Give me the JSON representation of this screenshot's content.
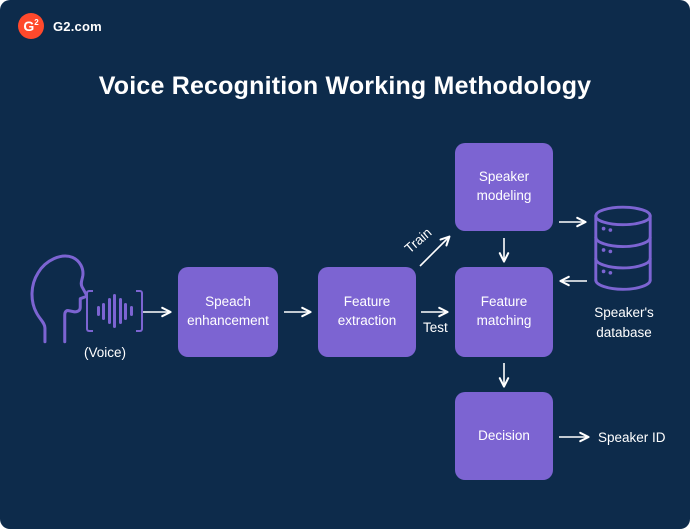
{
  "brand": {
    "logo_mark": "G",
    "logo_mark_sup": "2",
    "logo_text": "G2.com"
  },
  "title": "Voice Recognition Working Methodology",
  "diagram": {
    "input": {
      "face_icon": "face-profile-icon",
      "waveform_icon": "voice-waveform-icon",
      "label": "(Voice)"
    },
    "nodes": [
      {
        "id": "speech-enhancement",
        "label": "Speach enhancement"
      },
      {
        "id": "feature-extraction",
        "label": "Feature extraction"
      },
      {
        "id": "speaker-modeling",
        "label": "Speaker modeling"
      },
      {
        "id": "feature-matching",
        "label": "Feature matching"
      },
      {
        "id": "decision",
        "label": "Decision"
      }
    ],
    "edge_labels": {
      "train": "Train",
      "test": "Test"
    },
    "database": {
      "icon": "database-icon",
      "label": "Speaker's database"
    },
    "output": {
      "label": "Speaker ID"
    }
  },
  "colors": {
    "background": "#0D2B4B",
    "box_purple": "#7C64D2",
    "logo_orange": "#FF492C",
    "text": "#FFFFFF"
  }
}
